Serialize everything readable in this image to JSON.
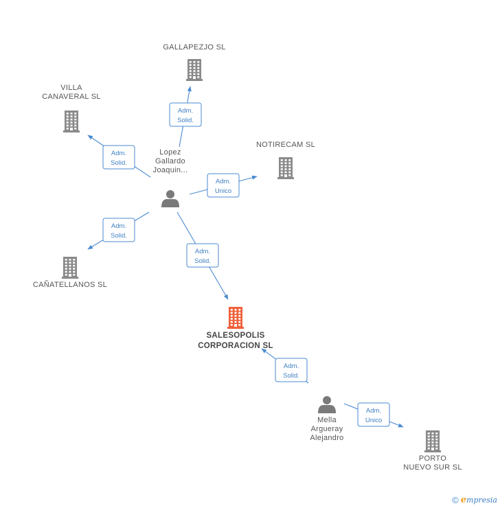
{
  "colors": {
    "building": "#8a8a8a",
    "building_main": "#f0603a",
    "person": "#7a7a7a",
    "edge": "#4a8ad0"
  },
  "nodes": [
    {
      "id": "gallapezjo",
      "kind": "company",
      "lines": [
        "GALLAPEZJO SL"
      ]
    },
    {
      "id": "villa",
      "kind": "company",
      "lines": [
        "VILLA",
        "CANAVERAL SL"
      ]
    },
    {
      "id": "notirecam",
      "kind": "company",
      "lines": [
        "NOTIRECAM SL"
      ]
    },
    {
      "id": "canatellanos",
      "kind": "company",
      "lines": [
        "CAÑATELLANOS SL"
      ]
    },
    {
      "id": "salesopolis",
      "kind": "company-main",
      "lines": [
        "SALESOPOLIS",
        "CORPORACION SL"
      ]
    },
    {
      "id": "porto",
      "kind": "company",
      "lines": [
        "PORTO",
        "NUEVO SUR SL"
      ]
    },
    {
      "id": "lopez",
      "kind": "person",
      "lines": [
        "Lopez",
        "Gallardo",
        "Joaquin..."
      ]
    },
    {
      "id": "mella",
      "kind": "person",
      "lines": [
        "Mella",
        "Argueray",
        "Alejandro"
      ]
    }
  ],
  "edges": [
    {
      "from": "lopez",
      "to": "gallapezjo",
      "label": [
        "Adm.",
        "Solid."
      ]
    },
    {
      "from": "lopez",
      "to": "villa",
      "label": [
        "Adm.",
        "Solid."
      ]
    },
    {
      "from": "lopez",
      "to": "notirecam",
      "label": [
        "Adm.",
        "Unico"
      ]
    },
    {
      "from": "lopez",
      "to": "canatellanos",
      "label": [
        "Adm.",
        "Solid."
      ]
    },
    {
      "from": "lopez",
      "to": "salesopolis",
      "label": [
        "Adm.",
        "Solid."
      ]
    },
    {
      "from": "mella",
      "to": "salesopolis",
      "label": [
        "Adm.",
        "Solid."
      ]
    },
    {
      "from": "mella",
      "to": "porto",
      "label": [
        "Adm.",
        "Unico"
      ]
    }
  ],
  "footer": {
    "copyright_symbol": "©",
    "brand_initial": "e",
    "brand_rest": "mpresia"
  }
}
